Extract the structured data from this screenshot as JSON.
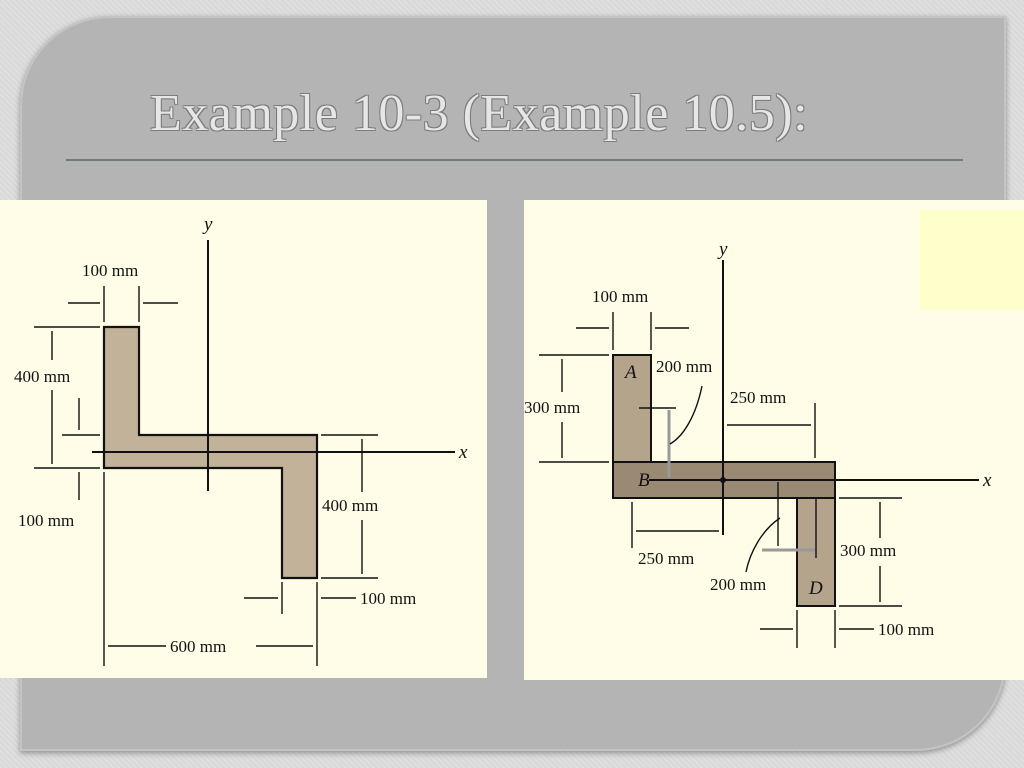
{
  "slide": {
    "title": "Example 10-3 (Example 10.5):"
  },
  "figure_left": {
    "axis_y": "y",
    "axis_x": "x",
    "dim_top_width": "100 mm",
    "dim_left_height": "400 mm",
    "dim_left_bottom": "100 mm",
    "dim_right_height": "400 mm",
    "dim_right_width": "100 mm",
    "dim_bottom_width": "600 mm"
  },
  "figure_right": {
    "axis_y": "y",
    "axis_x": "x",
    "dim_top_width": "100 mm",
    "dim_left_height": "300 mm",
    "dim_centroid_a": "200 mm",
    "dim_offset_top": "250 mm",
    "dim_offset_bottom": "250 mm",
    "dim_centroid_d": "200 mm",
    "dim_right_height": "300 mm",
    "dim_bottom_width": "100 mm",
    "point_a": "A",
    "point_b": "B",
    "point_d": "D"
  },
  "colors": {
    "shape_fill_left": "#c2b29a",
    "shape_fill_right": "#b5a48c",
    "shape_fill_b": "#9b8a73",
    "figure_background": "#fffde7",
    "slide_background": "#b4b4b4"
  }
}
